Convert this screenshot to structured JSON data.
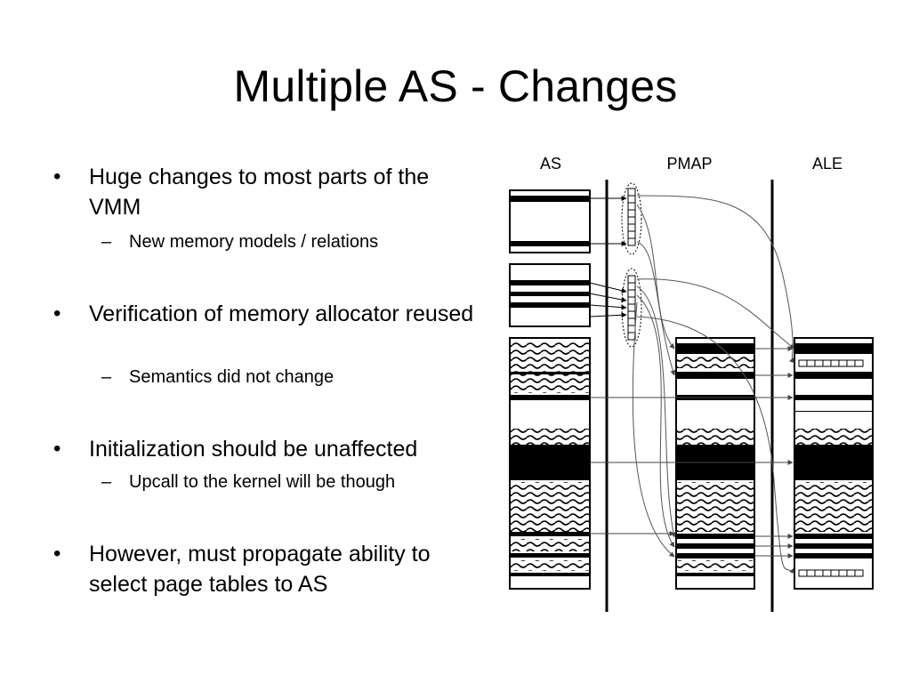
{
  "slide": {
    "title": "Multiple AS - Changes"
  },
  "bullets": [
    {
      "text": "Huge changes to most parts of the VMM",
      "sub": "New memory models / relations"
    },
    {
      "text": "Verification of memory allocator reused",
      "sub": "Semantics did not change"
    },
    {
      "text": "Initialization should be unaffected",
      "sub": "Upcall to the kernel will be though"
    },
    {
      "text": "However, must propagate ability to select page tables to AS",
      "sub": ""
    }
  ],
  "bullet_glyph": "•",
  "sub_glyph": "–",
  "diagram": {
    "columns": [
      "AS",
      "PMAP",
      "ALE"
    ]
  }
}
